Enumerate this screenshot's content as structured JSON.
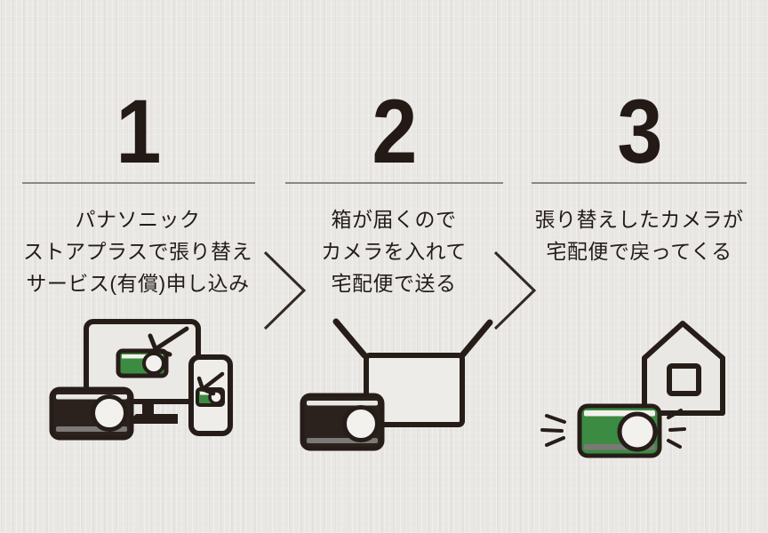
{
  "page": {
    "title": "Camera re-covering service process",
    "background": "#e9e7e4"
  },
  "colors": {
    "ink": "#261d18",
    "number_ink": "#231a15",
    "green_accent": "#3c8b42",
    "divider_gray": "#8b8781",
    "camera_dark_body": "#2b211d",
    "camera_stripe_gray": "#7c7876",
    "lens_light": "#f3f1ee"
  },
  "steps": [
    {
      "number": "1",
      "lines": [
        "パナソニック",
        "ストアプラスで張り替え",
        "サービス(有償)申し込み"
      ],
      "illustration": "order-on-pc-and-smartphone"
    },
    {
      "number": "2",
      "lines": [
        "箱が届くので",
        "カメラを入れて",
        "宅配便で送る"
      ],
      "illustration": "put-camera-in-shipping-box"
    },
    {
      "number": "3",
      "lines": [
        "張り替えしたカメラが",
        "宅配便で戻ってくる"
      ],
      "illustration": "renewed-camera-returns-home"
    }
  ],
  "icons": [
    "monitor-icon",
    "smartphone-icon",
    "cursor-arrow-icon",
    "network-camera-icon",
    "shipping-box-icon",
    "house-icon",
    "sparkle-lines-icon",
    "chevron-right-icon"
  ]
}
